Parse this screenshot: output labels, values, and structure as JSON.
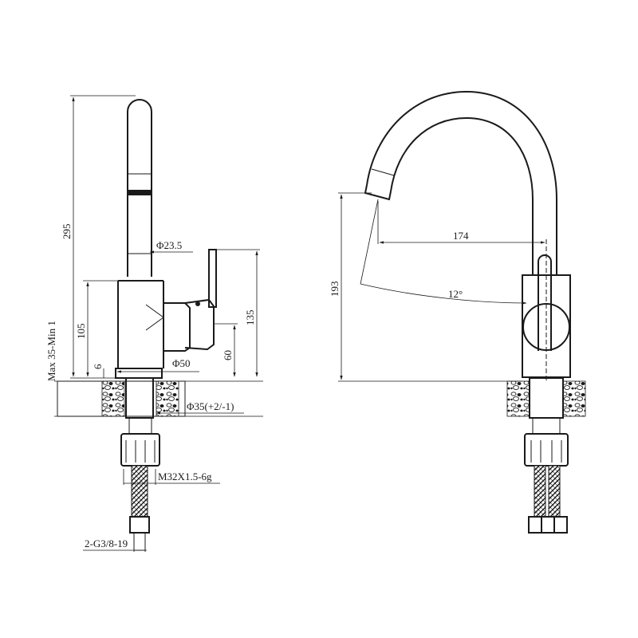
{
  "drawing": {
    "side_view": {
      "height_total": "295",
      "spout_diameter": "Φ23.5",
      "body_height": "105",
      "handle_height": "135",
      "base_offset": "60",
      "base_diameter": "Φ50",
      "gap": "6",
      "counter_thickness": "Max 35-Min 1",
      "hole_diameter": "Φ35(+2/-1)",
      "thread": "M32X1.5-6g",
      "hose_thread": "2-G3/8-19"
    },
    "front_view": {
      "reach": "174",
      "outlet_height": "193",
      "angle": "12°"
    }
  }
}
